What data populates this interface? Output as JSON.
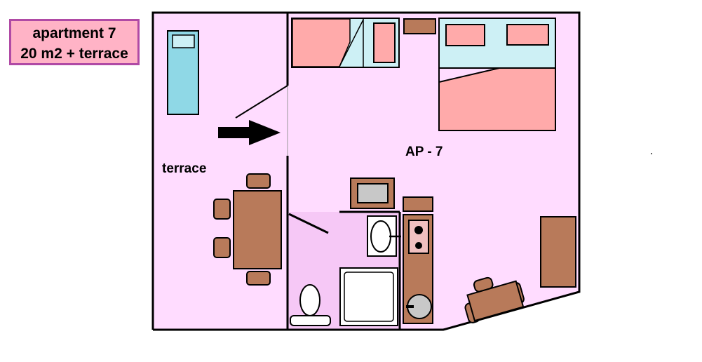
{
  "title_box": {
    "line1": "apartment 7",
    "line2": "20 m2 + terrace"
  },
  "labels": {
    "terrace": "terrace",
    "apartment": "AP - 7"
  },
  "colors": {
    "floor": "#ffdcff",
    "bathroom": "#f6c8f6",
    "wall": "#000000",
    "furniture_brown": "#b87a5a",
    "bed_pink": "#ffaaaa",
    "bed_frame_blue": "#cdf0f5",
    "lounger_blue": "#8fd8e6",
    "label_bg": "#ffb3c6",
    "label_border": "#b04aa5"
  },
  "icons": [
    "entrance-arrow-icon",
    "toilet-icon",
    "sink-icon",
    "stove-icon",
    "shower-icon"
  ]
}
